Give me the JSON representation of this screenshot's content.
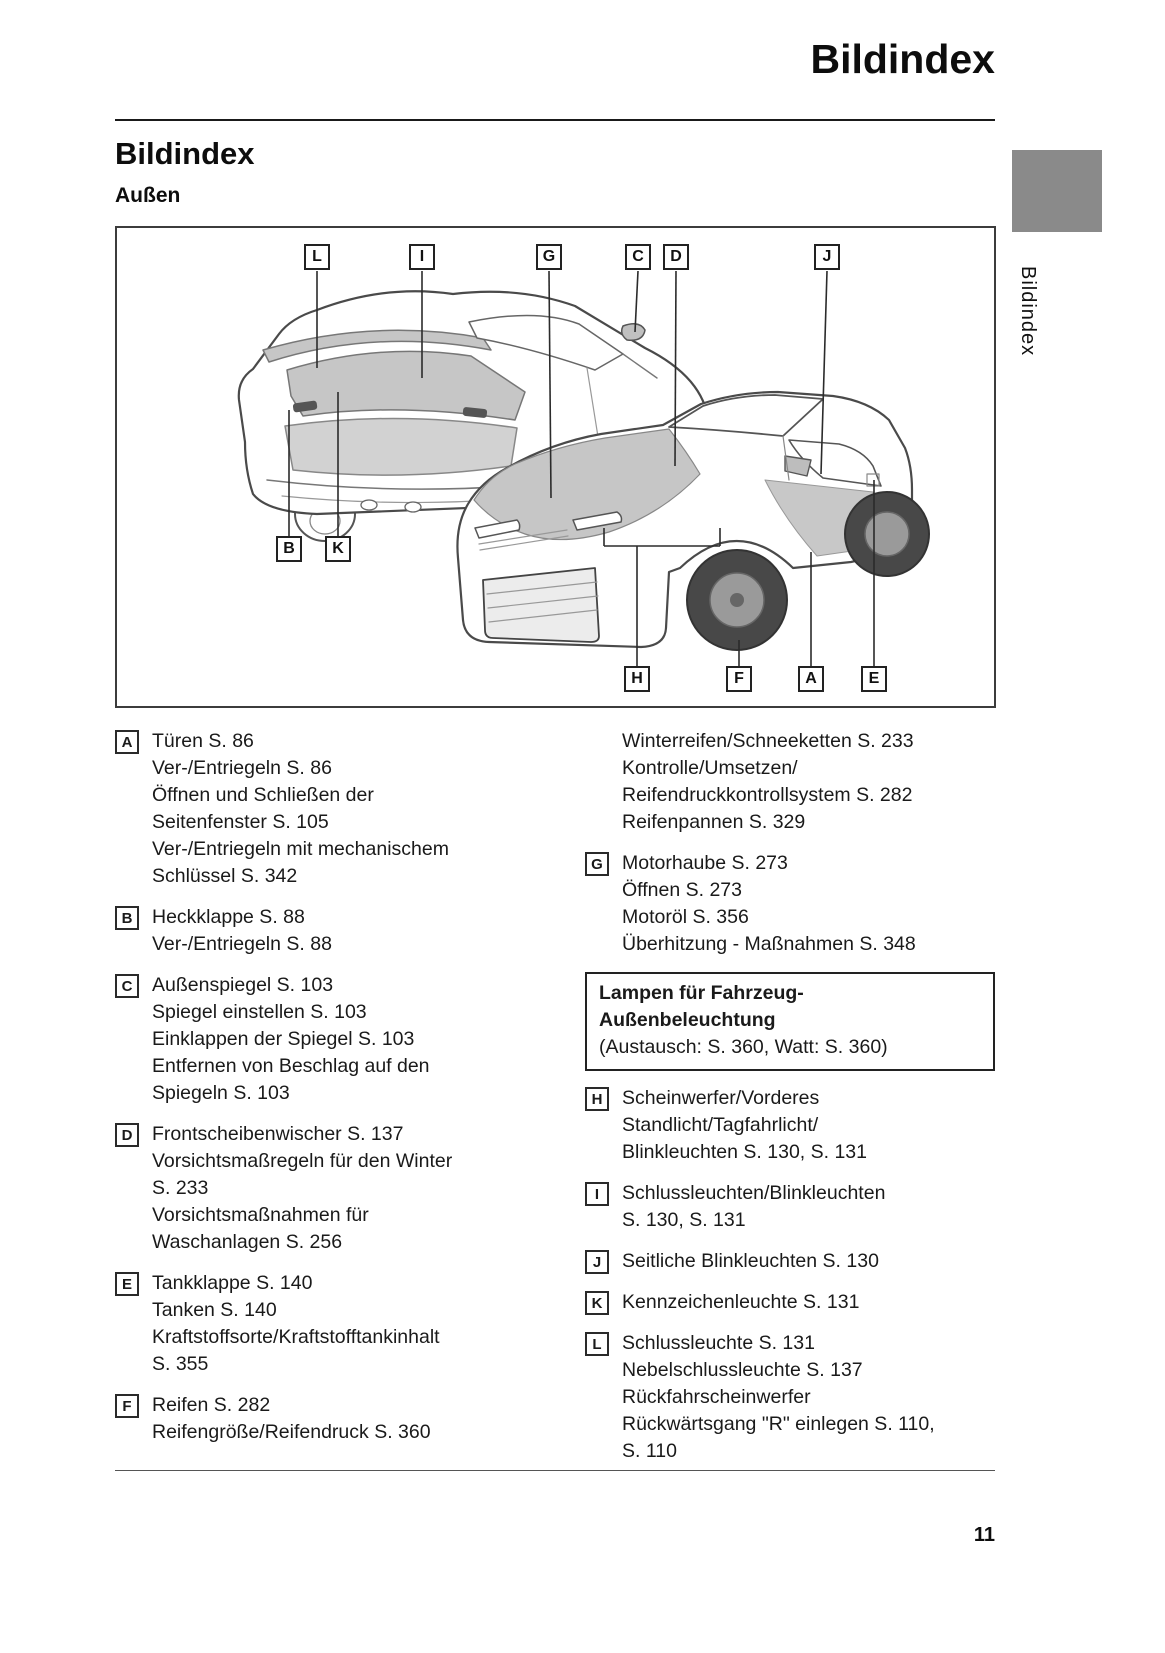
{
  "page": {
    "header_title": "Bildindex",
    "section_title": "Bildindex",
    "subsection_title": "Außen",
    "sidebar_tab": "Bildindex",
    "page_number": "11"
  },
  "colors": {
    "sidebar_tab_gray": "#8a8a8a",
    "diagram_panel_gray": "#c6c6c6",
    "text": "#1a1a1a"
  },
  "diagram": {
    "callouts_top": [
      "L",
      "I",
      "G",
      "C",
      "D",
      "J"
    ],
    "callouts_bottom_left": [
      "B",
      "K"
    ],
    "callouts_bottom": [
      "H",
      "F",
      "A",
      "E"
    ]
  },
  "index": {
    "left": [
      {
        "letter": "A",
        "text": "Türen S. 86\nVer-/Entriegeln S. 86\nÖffnen und Schließen der\nSeitenfenster S. 105\nVer-/Entriegeln mit mechanischem\nSchlüssel S. 342"
      },
      {
        "letter": "B",
        "text": "Heckklappe S. 88\nVer-/Entriegeln S. 88"
      },
      {
        "letter": "C",
        "text": "Außenspiegel S. 103\nSpiegel einstellen S. 103\nEinklappen der Spiegel S. 103\nEntfernen von Beschlag auf den\nSpiegeln S. 103"
      },
      {
        "letter": "D",
        "text": "Frontscheibenwischer S. 137\nVorsichtsmaßregeln für den Winter\nS. 233\nVorsichtsmaßnahmen für\nWaschanlagen S. 256"
      },
      {
        "letter": "E",
        "text": "Tankklappe S. 140\nTanken S. 140\nKraftstoffsorte/Kraftstofftankinhalt\nS. 355"
      },
      {
        "letter": "F",
        "text": "Reifen S. 282\nReifengröße/Reifendruck S. 360"
      }
    ],
    "right_intro": {
      "text": "Winterreifen/Schneeketten S. 233\nKontrolle/Umsetzen/\nReifendruckkontrollsystem S. 282\nReifenpannen S. 329"
    },
    "right": [
      {
        "letter": "G",
        "text": "Motorhaube S. 273\nÖffnen S. 273\nMotoröl S. 356\nÜberhitzung - Maßnahmen S. 348"
      }
    ],
    "note": {
      "title": "Lampen für Fahrzeug-\nAußenbeleuchtung",
      "subtitle": "(Austausch: S. 360, Watt: S. 360)"
    },
    "right2": [
      {
        "letter": "H",
        "text": "Scheinwerfer/Vorderes\nStandlicht/Tagfahrlicht/\nBlinkleuchten S. 130, S. 131"
      },
      {
        "letter": "I",
        "text": "Schlussleuchten/Blinkleuchten\nS. 130, S. 131"
      },
      {
        "letter": "J",
        "text": "Seitliche Blinkleuchten S. 130"
      },
      {
        "letter": "K",
        "text": "Kennzeichenleuchte S. 131"
      },
      {
        "letter": "L",
        "text": "Schlussleuchte S. 131\nNebelschlussleuchte S. 137\nRückfahrscheinwerfer\nRückwärtsgang \"R\" einlegen S. 110,\nS. 110"
      }
    ]
  }
}
